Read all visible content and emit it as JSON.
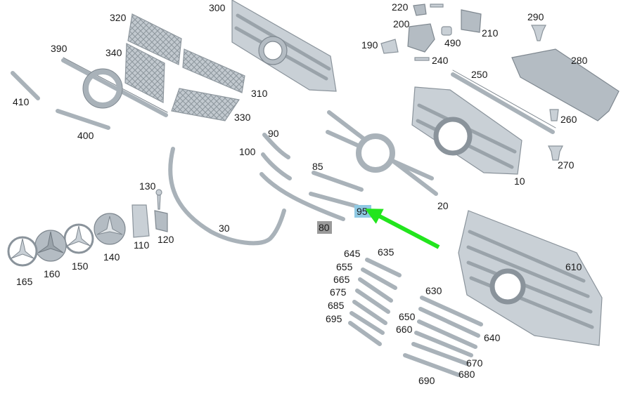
{
  "colors": {
    "background": "#ffffff",
    "part_fill": "#b4bcc3",
    "label_text": "#1a1a1a",
    "highlight_blue": "#8fc9e3",
    "highlight_gray": "#9a9a9a",
    "arrow_green": "#22e51d"
  },
  "callouts": [
    {
      "id": "300",
      "text": "300"
    },
    {
      "id": "320",
      "text": "320"
    },
    {
      "id": "340",
      "text": "340"
    },
    {
      "id": "390",
      "text": "390"
    },
    {
      "id": "410",
      "text": "410"
    },
    {
      "id": "400",
      "text": "400"
    },
    {
      "id": "310",
      "text": "310"
    },
    {
      "id": "330",
      "text": "330"
    },
    {
      "id": "220",
      "text": "220"
    },
    {
      "id": "200",
      "text": "200"
    },
    {
      "id": "190",
      "text": "190"
    },
    {
      "id": "490",
      "text": "490"
    },
    {
      "id": "210",
      "text": "210"
    },
    {
      "id": "240",
      "text": "240"
    },
    {
      "id": "290",
      "text": "290"
    },
    {
      "id": "280",
      "text": "280"
    },
    {
      "id": "250",
      "text": "250"
    },
    {
      "id": "260",
      "text": "260"
    },
    {
      "id": "270",
      "text": "270"
    },
    {
      "id": "90",
      "text": "90"
    },
    {
      "id": "100",
      "text": "100"
    },
    {
      "id": "85",
      "text": "85"
    },
    {
      "id": "10",
      "text": "10"
    },
    {
      "id": "20",
      "text": "20"
    },
    {
      "id": "95",
      "text": "95",
      "highlight": "blue"
    },
    {
      "id": "80",
      "text": "80",
      "highlight": "gray"
    },
    {
      "id": "130",
      "text": "130"
    },
    {
      "id": "30",
      "text": "30"
    },
    {
      "id": "110",
      "text": "110"
    },
    {
      "id": "120",
      "text": "120"
    },
    {
      "id": "140",
      "text": "140"
    },
    {
      "id": "150",
      "text": "150"
    },
    {
      "id": "160",
      "text": "160"
    },
    {
      "id": "165",
      "text": "165"
    },
    {
      "id": "645",
      "text": "645"
    },
    {
      "id": "635",
      "text": "635"
    },
    {
      "id": "655",
      "text": "655"
    },
    {
      "id": "665",
      "text": "665"
    },
    {
      "id": "675",
      "text": "675"
    },
    {
      "id": "685",
      "text": "685"
    },
    {
      "id": "695",
      "text": "695"
    },
    {
      "id": "630",
      "text": "630"
    },
    {
      "id": "650",
      "text": "650"
    },
    {
      "id": "660",
      "text": "660"
    },
    {
      "id": "640",
      "text": "640"
    },
    {
      "id": "670",
      "text": "670"
    },
    {
      "id": "680",
      "text": "680"
    },
    {
      "id": "690",
      "text": "690"
    },
    {
      "id": "610",
      "text": "610"
    }
  ]
}
